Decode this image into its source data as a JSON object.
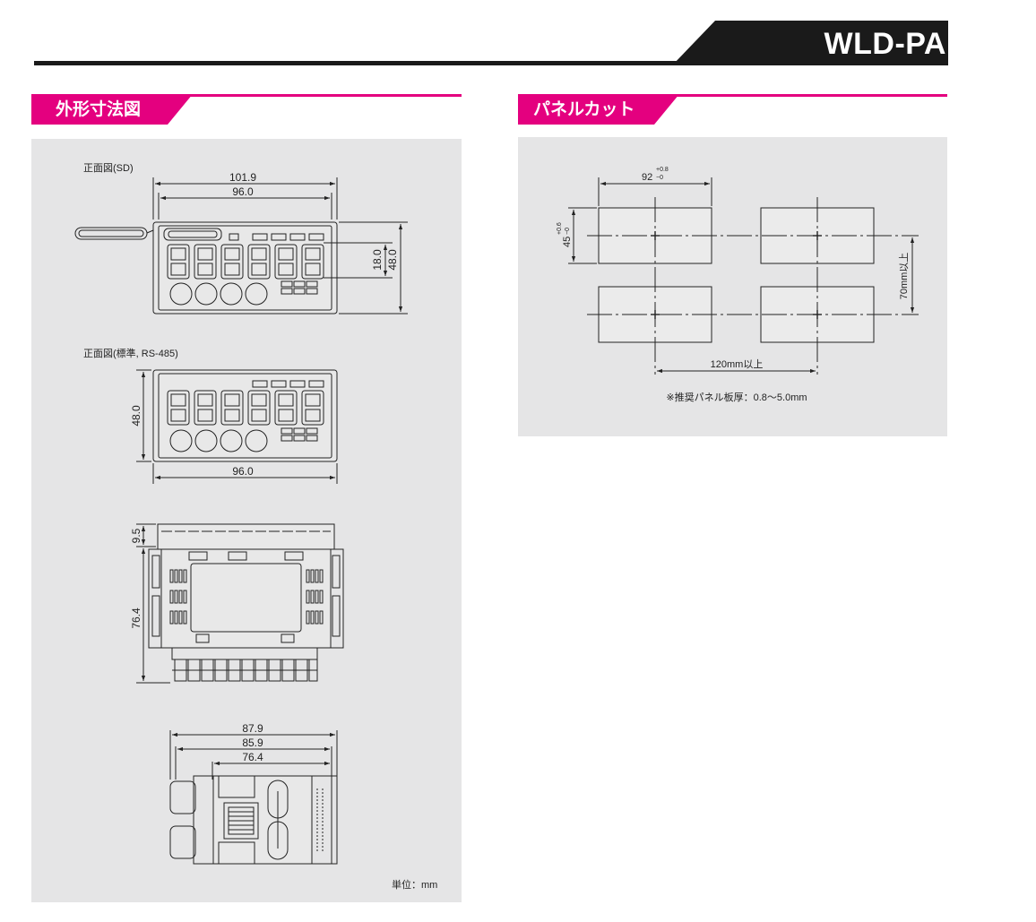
{
  "header": {
    "model": "WLD-PA"
  },
  "outline": {
    "section_title": "外形寸法図",
    "front_sd": {
      "caption": "正面図(SD)",
      "dim_outer_width": "101.9",
      "dim_width": "96.0",
      "dim_display_height": "18.0",
      "dim_height": "48.0"
    },
    "front_std": {
      "caption": "正面図(標準, RS-485)",
      "dim_height": "48.0",
      "dim_width": "96.0"
    },
    "rear": {
      "dim_top": "9.5",
      "dim_height": "76.4"
    },
    "side": {
      "dim_1": "87.9",
      "dim_2": "85.9",
      "dim_3": "76.4"
    },
    "unit_note": "単位：mm"
  },
  "panel_cut": {
    "section_title": "パネルカット",
    "width_base": "92",
    "width_tol_plus": "+0.8",
    "width_tol_minus": "−0",
    "height_base": "45",
    "height_tol_plus": "+0.6",
    "height_tol_minus": "−0",
    "vertical_pitch": "70mm以上",
    "horizontal_pitch": "120mm以上",
    "note": "※推奨パネル板厚：0.8～5.0mm"
  },
  "colors": {
    "accent": "#e4007f",
    "header": "#1a1a1a",
    "panel_bg": "#e5e5e6"
  }
}
